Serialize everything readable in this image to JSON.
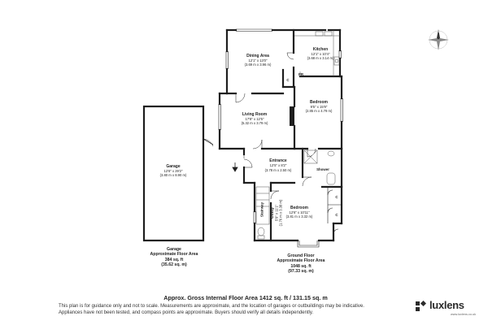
{
  "rooms": [
    {
      "id": "kitchen",
      "name": "Kitchen",
      "imperial": "12'1\" x 10'4\"",
      "metric": "(3.68 m x 3.14 m)"
    },
    {
      "id": "dining",
      "name": "Dining Area",
      "imperial": "12'1\" x 13'0\"",
      "metric": "(3.69 m x 3.96 m)"
    },
    {
      "id": "living",
      "name": "Living Room",
      "imperial": "17'8\" x 12'5\"",
      "metric": "(5.32 m x 3.79 m)"
    },
    {
      "id": "bedroom1",
      "name": "Bedroom",
      "imperial": "9'5\" x 15'9\"",
      "metric": "(2.85 m x 4.79 m)"
    },
    {
      "id": "entrance",
      "name": "Entrance",
      "imperial": "12'5\" x 8'2\"",
      "metric": "(3.78 m x 2.50 m)"
    },
    {
      "id": "garage",
      "name": "Garage",
      "imperial": "12'6\" x 29'2\"",
      "metric": "(3.80 m x 8.90 m)"
    },
    {
      "id": "bedroom2",
      "name": "Bedroom",
      "imperial": "12'6\" x 10'11\"",
      "metric": "(3.81 m x 3.32 m)"
    },
    {
      "id": "utility",
      "name": "Utility",
      "imperial": "5'9\" x 11'1\"",
      "metric": "(1.76 m x 3.38 m)"
    }
  ],
  "small_labels": {
    "shower": "Shower",
    "stairway": "Stairway",
    "pr": "PR",
    "c1": "C",
    "c2": "C",
    "c3": "C"
  },
  "areas": {
    "garage": {
      "title": "Garage",
      "subtitle": "Approximate Floor Area",
      "imperial": "384 sq. ft",
      "metric": "(35.62 sq. m)"
    },
    "ground": {
      "title": "Ground Floor",
      "subtitle": "Approximate Floor Area",
      "imperial": "1048 sq. ft",
      "metric": "(97.33 sq. m)"
    }
  },
  "total_area": "Approx. Gross Internal Floor Area 1412 sq. ft / 131.15 sq. m",
  "disclaimer": [
    "This plan is for guidance only and not to scale. Measurements are approximate, and the location of garages or outbuildings may be indicative.",
    "Appliances have not been tested, and compass points are approximate. Buyers should verify all details independently."
  ],
  "brand": {
    "name": "luxlens",
    "url": "www.luxlens.co.uk"
  },
  "compass": {
    "north": "N"
  },
  "colors": {
    "walls": "#1e1e1e",
    "fixtures": "#555555",
    "text": "#222222"
  }
}
